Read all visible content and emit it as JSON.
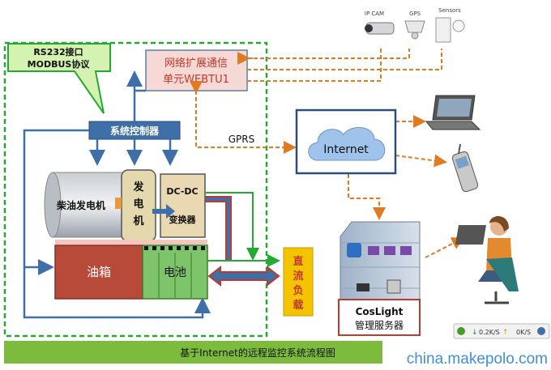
{
  "callout": {
    "line1": "RS232接口",
    "line2": "MODBUS协议"
  },
  "webtu": {
    "line1": "网络扩展通信",
    "line2": "单元WEBTU1"
  },
  "controller": {
    "label": "系统控制器"
  },
  "generator": {
    "engine": "柴油发电机",
    "gen_c1": "发",
    "gen_c2": "电",
    "gen_c3": "机"
  },
  "dcdc": {
    "line1": "DC-DC",
    "line2": "变换器"
  },
  "fuel_tank": {
    "label": "油箱"
  },
  "battery": {
    "label": "电池"
  },
  "dc_load": {
    "c1": "直",
    "c2": "流",
    "c3": "负",
    "c4": "载"
  },
  "gprs": {
    "label": "GPRS"
  },
  "internet": {
    "label": "Internet"
  },
  "server": {
    "line1": "CosLight",
    "line2": "管理服务器"
  },
  "devices": {
    "ipcam": "IP CAM",
    "gps": "GPS",
    "sensors": "Sensors"
  },
  "footer": {
    "title": "基于Internet的远程监控系统流程图"
  },
  "watermark": {
    "text": "china.makepolo.com"
  },
  "netspeed": {
    "down": "0.2K/S",
    "up": "0K/S"
  },
  "colors": {
    "dashed_green": "#22aa33",
    "arrow_orange": "#e07b22",
    "controller_blue": "#3f6fa8",
    "footer_green": "#7dbb3c"
  }
}
